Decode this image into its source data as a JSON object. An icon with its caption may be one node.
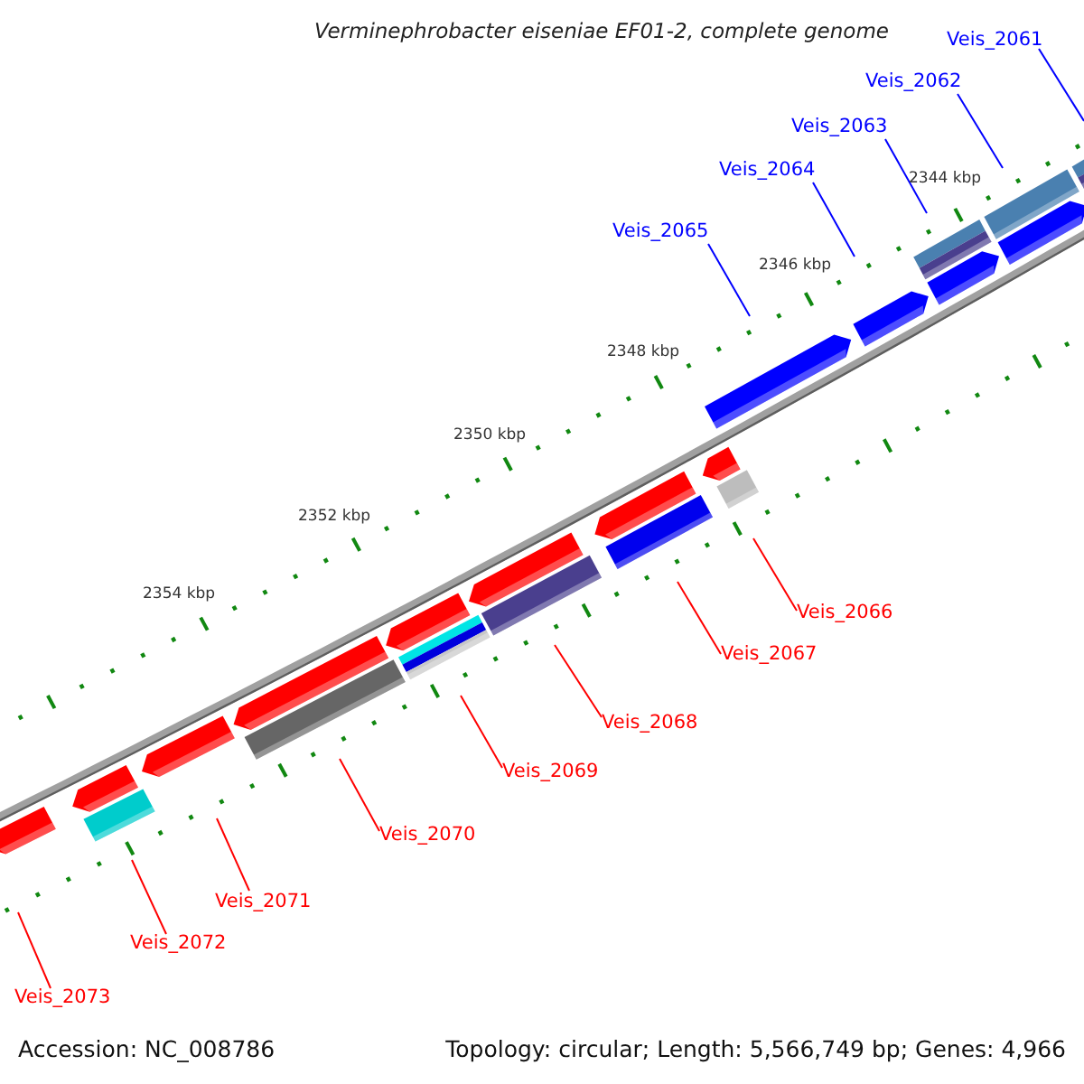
{
  "diagram": {
    "title": "Verminephrobacter eiseniae EF01-2, complete genome",
    "nodes": [
      {
        "text": [
          "Veis_2061"
        ]
      },
      {
        "text": [
          "Veis_2062"
        ]
      },
      {
        "text": [
          "Veis_2063"
        ]
      },
      {
        "text": [
          "Veis_2064"
        ]
      },
      {
        "text": [
          "Veis_2065"
        ]
      },
      {
        "text": [
          "Veis_2066"
        ]
      },
      {
        "text": [
          "Veis_2067"
        ]
      },
      {
        "text": [
          "Veis_2068"
        ]
      },
      {
        "text": [
          "Veis_2069"
        ]
      },
      {
        "text": [
          "Veis_2070"
        ]
      },
      {
        "text": [
          "Veis_2071"
        ]
      },
      {
        "text": [
          "Veis_2072"
        ]
      },
      {
        "text": [
          "Veis_2073"
        ]
      }
    ],
    "edges": [
      {
        "from": 0,
        "to": null,
        "arrow": "none",
        "color": "#0000ff"
      },
      {
        "from": 1,
        "to": null,
        "arrow": "none",
        "color": "#0000ff"
      },
      {
        "from": 2,
        "to": null,
        "arrow": "none",
        "color": "#0000ff"
      },
      {
        "from": 3,
        "to": null,
        "arrow": "none",
        "color": "#0000ff"
      },
      {
        "from": 4,
        "to": null,
        "arrow": "none",
        "color": "#0000ff"
      },
      {
        "from": 5,
        "to": null,
        "arrow": "none"
      },
      {
        "from": 6,
        "to": null,
        "arrow": "none"
      },
      {
        "from": 7,
        "to": null,
        "arrow": "none"
      },
      {
        "from": 8,
        "to": null,
        "arrow": "none"
      },
      {
        "from": 9,
        "to": null,
        "arrow": "none"
      },
      {
        "from": 10,
        "to": null,
        "arrow": "none"
      },
      {
        "from": 11,
        "to": null,
        "arrow": "none"
      },
      {
        "from": 12,
        "to": null,
        "arrow": "none"
      }
    ],
    "labels": [
      "2344 kbp",
      "2346 kbp",
      "2348 kbp",
      "2350 kbp",
      "2352 kbp",
      "2354 kbp",
      "Accession: NC_008786",
      "Topology: circular; Length: 5,566,749 bp; Genes: 4,966"
    ]
  }
}
